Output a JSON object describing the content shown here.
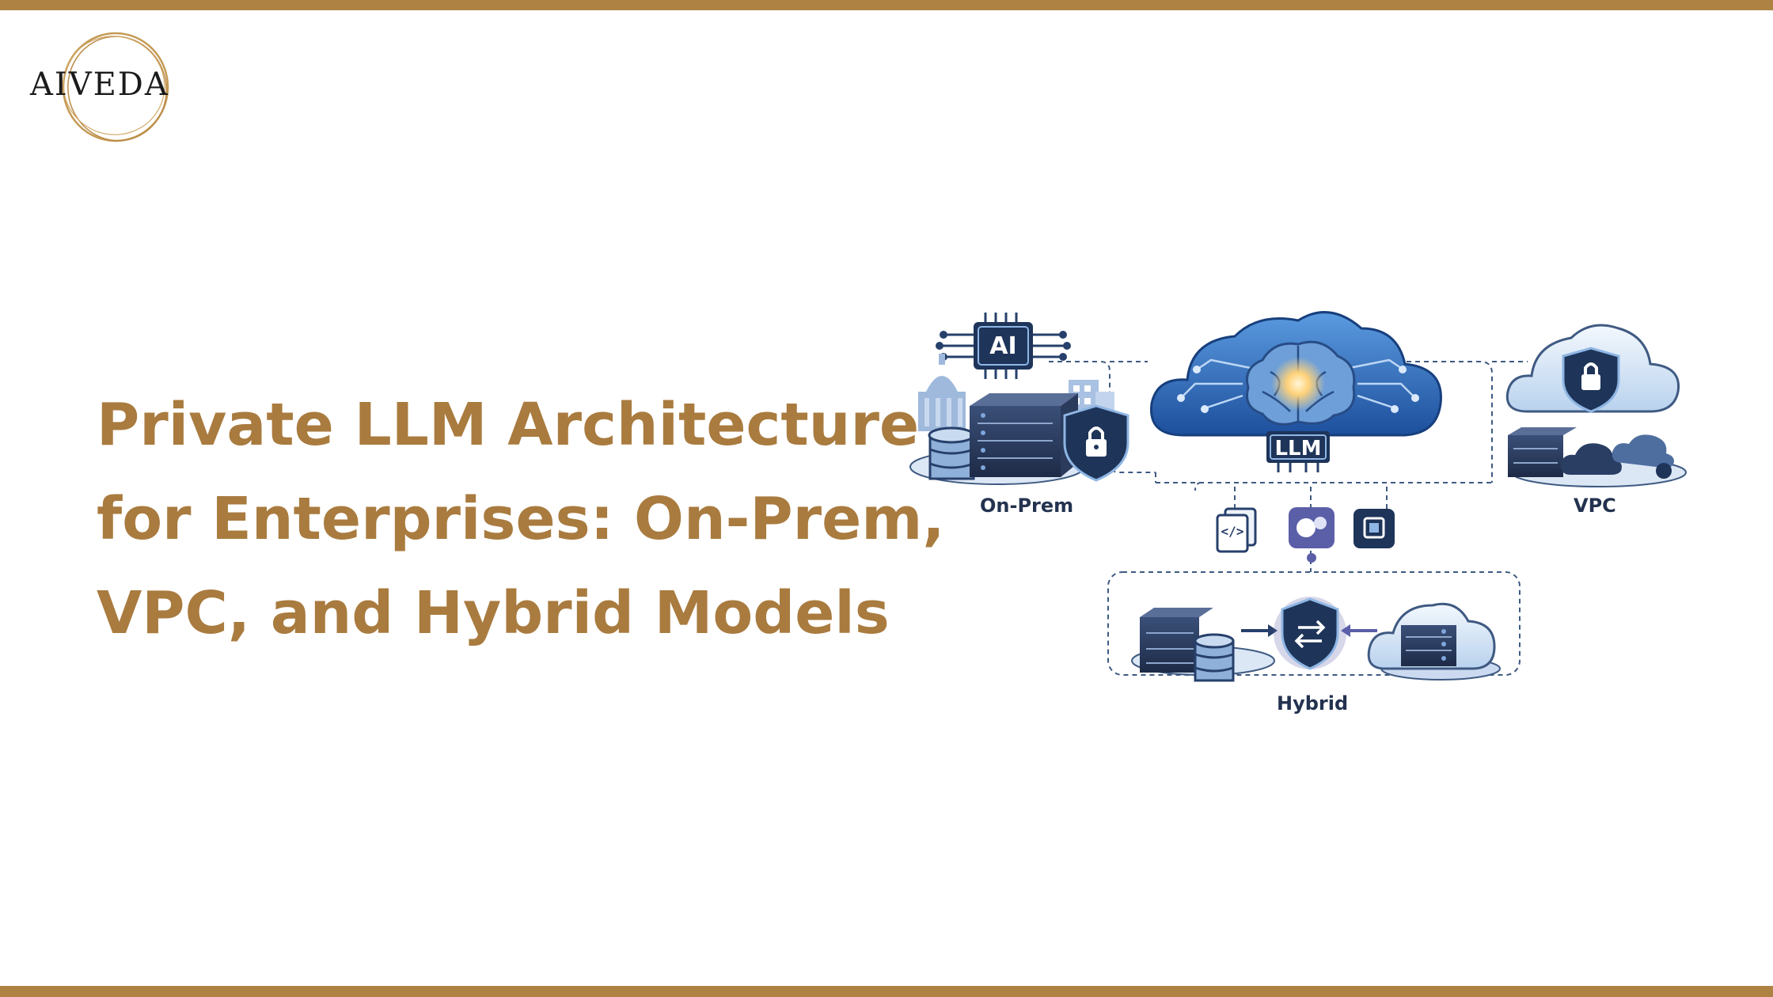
{
  "brand": {
    "logo_text": "AIVEDA"
  },
  "headline": {
    "line1": "Private LLM Architecture",
    "line2": "for Enterprises: On-Prem,",
    "line3": "VPC, and Hybrid Models"
  },
  "diagram": {
    "chip_text": "AI",
    "center_text": "LLM",
    "labels": {
      "on_prem": "On-Prem",
      "vpc": "VPC",
      "hybrid": "Hybrid"
    }
  },
  "colors": {
    "accent_gold": "#ad8243",
    "title_gold": "#a97b3f",
    "navy": "#23324f",
    "blue": "#2f6db5"
  }
}
